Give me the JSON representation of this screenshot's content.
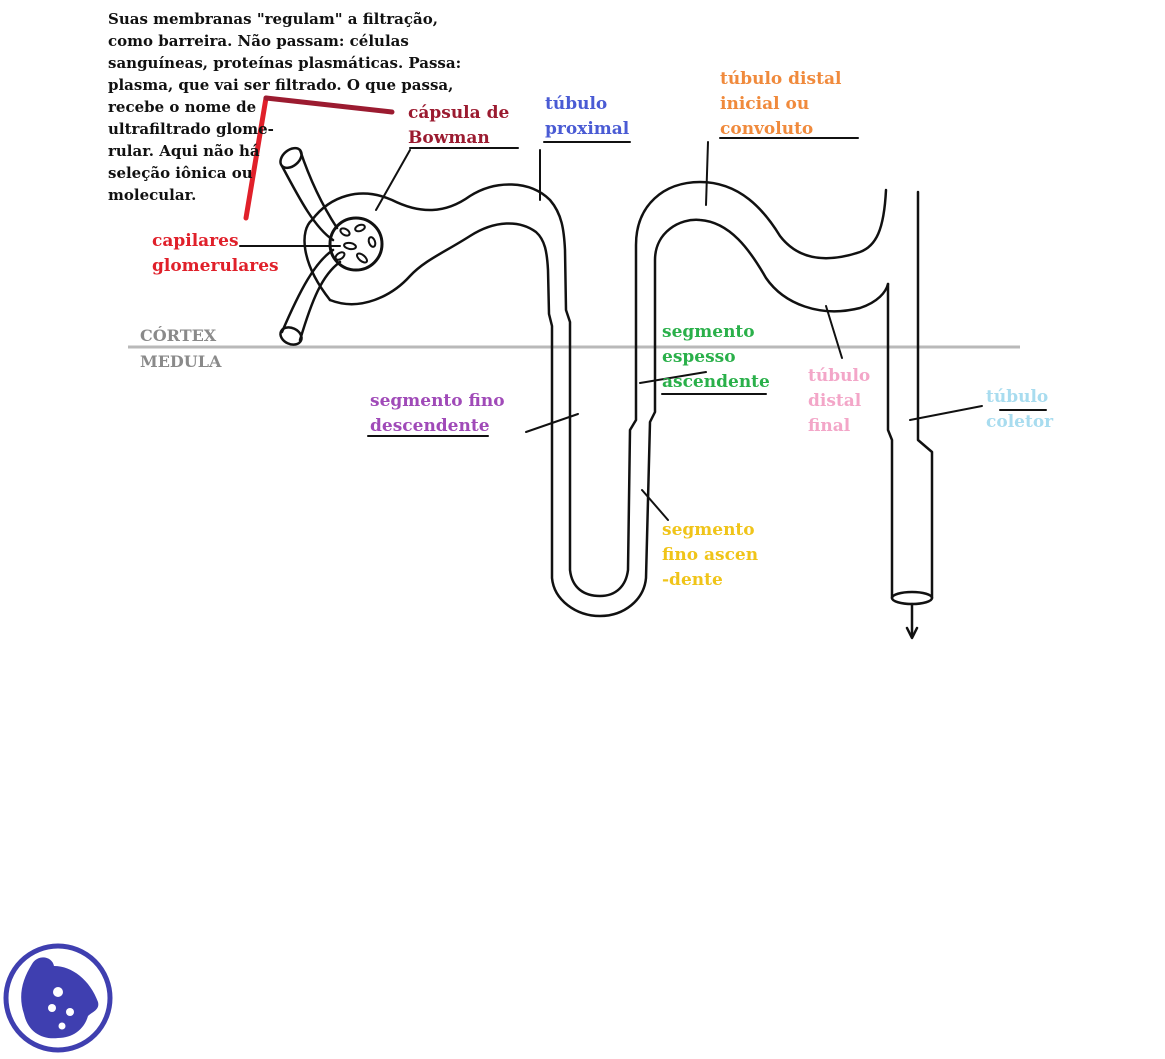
{
  "note": "Suas membranas \"regulam\" a filtração,\ncomo barreira. Não passam: células\nsanguíneas, proteínas plasmáticas. Passa:\nplasma, que vai ser filtrado. O que passa,\nrecebe o nome de\nultrafiltrado glome-\nrular. Aqui não há\nseleção iônica ou\nmolecular.",
  "labels": {
    "capsula_bowman": "cápsula de\nBowman",
    "tubulo_proximal": "túbulo\nproximal",
    "tubulo_distal_inicial": "túbulo distal\ninicial ou\nconvoluto",
    "capilares_glomerulares": "capilares\nglomerulares",
    "cortex": "CÓRTEX",
    "medula": "MEDULA",
    "segmento_espesso_ascendente": "segmento\nespesso\nascendente",
    "segmento_fino_descendente": "segmento fino\ndescendente",
    "tubulo_distal_final": "túbulo\ndistal\nfinal",
    "tubulo_coletor": "túbulo\ncoletor",
    "segmento_fino_ascendente": "segmento\nfino ascen\n-dente"
  },
  "colors": {
    "capsula_bowman": "#9b1b30",
    "tubulo_proximal": "#4a5bd4",
    "tubulo_distal_inicial": "#f08a3c",
    "capilares_glomerulares": "#e0202a",
    "cortex_medula": "#8a8a8a",
    "segmento_espesso_ascendente": "#2ab04a",
    "segmento_fino_descendente": "#a04ab8",
    "tubulo_distal_final": "#f3a6c8",
    "tubulo_coletor": "#a8dcef",
    "segmento_fino_ascendente": "#f0c419",
    "logo": "#3f3fb0"
  },
  "logo_icon": "mascot-logo-icon"
}
